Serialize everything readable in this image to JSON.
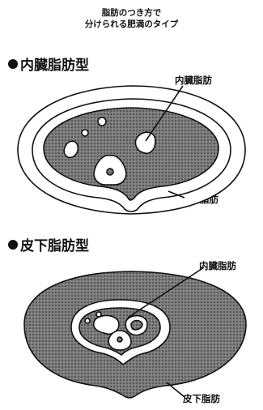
{
  "title": {
    "line1": "脂肪のつき方で",
    "line2": "分けられる肥満のタイプ"
  },
  "sections": [
    {
      "heading": "内臓脂肪型",
      "label_visceral": "内臓脂肪",
      "label_subcutaneous": "皮下脂肪"
    },
    {
      "heading": "皮下脂肪型",
      "label_visceral": "内臓脂肪",
      "label_subcutaneous": "皮下脂肪"
    }
  ],
  "colors": {
    "stipple_fill": "#6a6a6a",
    "line": "#111111",
    "background": "#ffffff"
  }
}
